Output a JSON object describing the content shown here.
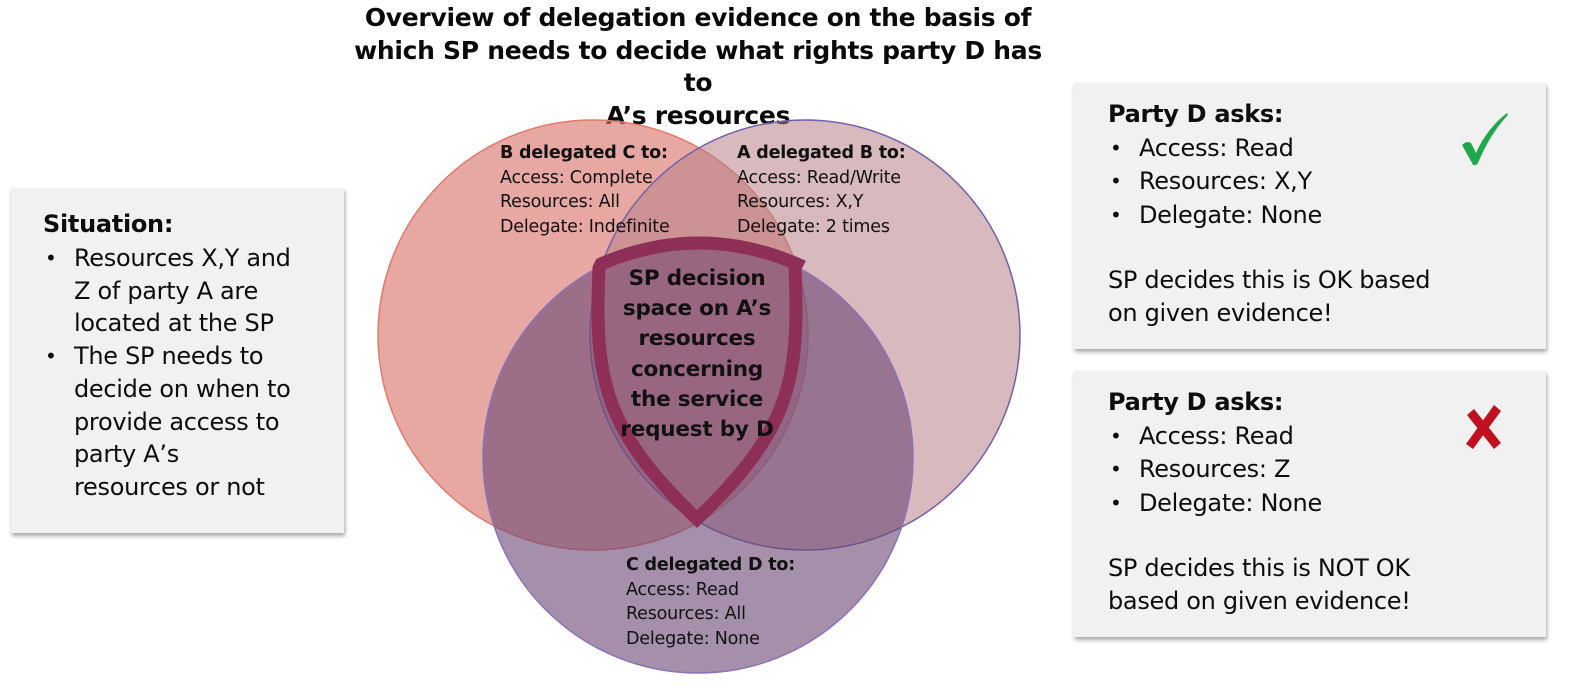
{
  "title": {
    "lines": [
      "Overview of delegation evidence on the basis of",
      "which SP needs to decide what rights party D has to",
      "A’s resources"
    ]
  },
  "situation": {
    "heading": "Situation:",
    "bullets": [
      "Resources X,Y and Z of party A are located at the SP",
      "The SP needs to decide on when to provide access to party A’s resources or not"
    ],
    "bullet_lines": [
      [
        "Resources X,Y and",
        "Z of party A are",
        "located at the SP"
      ],
      [
        "The SP needs to",
        "decide on when to",
        "provide access to",
        "party A’s",
        "resources or not"
      ]
    ],
    "bullet_glyph": "•"
  },
  "venn": {
    "circles": [
      {
        "id": "b-delegated-c",
        "heading": "B delegated C to:",
        "lines": [
          "Access: Complete",
          "Resources: All",
          "Delegate: Indefinite"
        ],
        "fill": "#d9726a",
        "stroke": "#e07a6a"
      },
      {
        "id": "a-delegated-b",
        "heading": "A delegated B to:",
        "lines": [
          "Access: Read/Write",
          "Resources: X,Y",
          "Delegate: 2 times"
        ],
        "fill": "#b77f88",
        "stroke": "#7260a8"
      },
      {
        "id": "c-delegated-d",
        "heading": "C delegated D to:",
        "lines": [
          "Access: Read",
          "Resources: All",
          "Delegate: None"
        ],
        "fill": "#6e4a78",
        "stroke": "#8a72b8"
      }
    ],
    "shield": {
      "lines": [
        "SP decision",
        "space on A’s",
        "resources",
        "concerning",
        "the service",
        "request by D"
      ],
      "stroke": "#8e2f57"
    }
  },
  "requests": [
    {
      "heading": "Party D asks:",
      "bullets": [
        "Access: Read",
        "Resources: X,Y",
        "Delegate: None"
      ],
      "verdict_lines": [
        "SP decides this is OK based",
        "on given evidence!"
      ],
      "status": "approved",
      "status_icon": "check-icon",
      "status_color": "#1fa84a"
    },
    {
      "heading": "Party D asks:",
      "bullets": [
        "Access: Read",
        "Resources: Z",
        "Delegate: None"
      ],
      "verdict_lines": [
        "SP decides this is NOT OK",
        "based on given evidence!"
      ],
      "status": "denied",
      "status_icon": "cross-icon",
      "status_color": "#c0111f"
    }
  ]
}
